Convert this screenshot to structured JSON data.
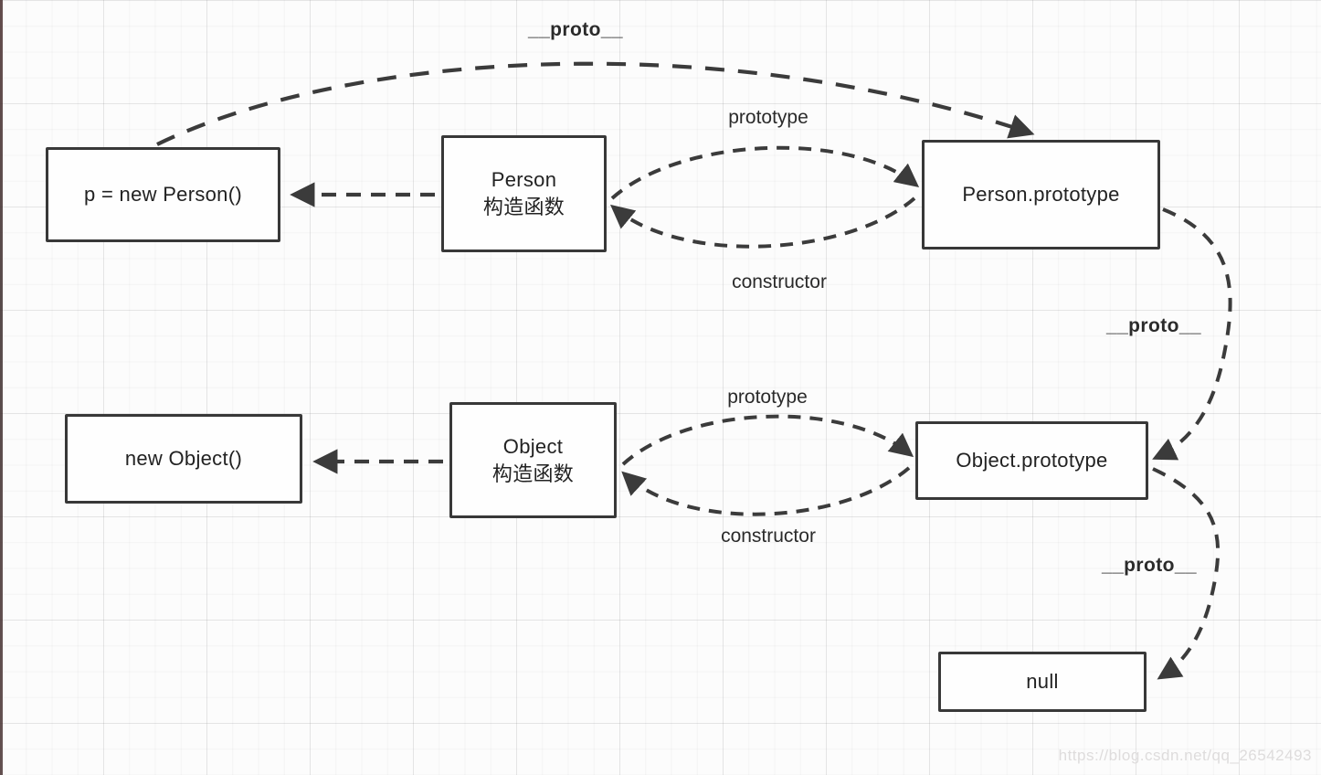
{
  "boxes": {
    "p_new_person": "p = new Person()",
    "person_constructor": {
      "line1": "Person",
      "line2": "构造函数"
    },
    "person_prototype": "Person.prototype",
    "new_object": "new Object()",
    "object_constructor": {
      "line1": "Object",
      "line2": "构造函数"
    },
    "object_prototype": "Object.prototype",
    "null_value": "null"
  },
  "labels": {
    "proto_top": "__proto__",
    "person_prototype_edge": "prototype",
    "person_constructor_edge": "constructor",
    "person_to_object_proto": "__proto__",
    "object_prototype_edge": "prototype",
    "object_constructor_edge": "constructor",
    "object_to_null_proto": "__proto__"
  },
  "watermark": "https://blog.csdn.net/qq_26542493",
  "colors": {
    "line": "#3b3b3b",
    "box_border": "#383838",
    "box_text": "#222222",
    "background": "#fcfcfc",
    "watermark_text": "#dedcdc"
  }
}
